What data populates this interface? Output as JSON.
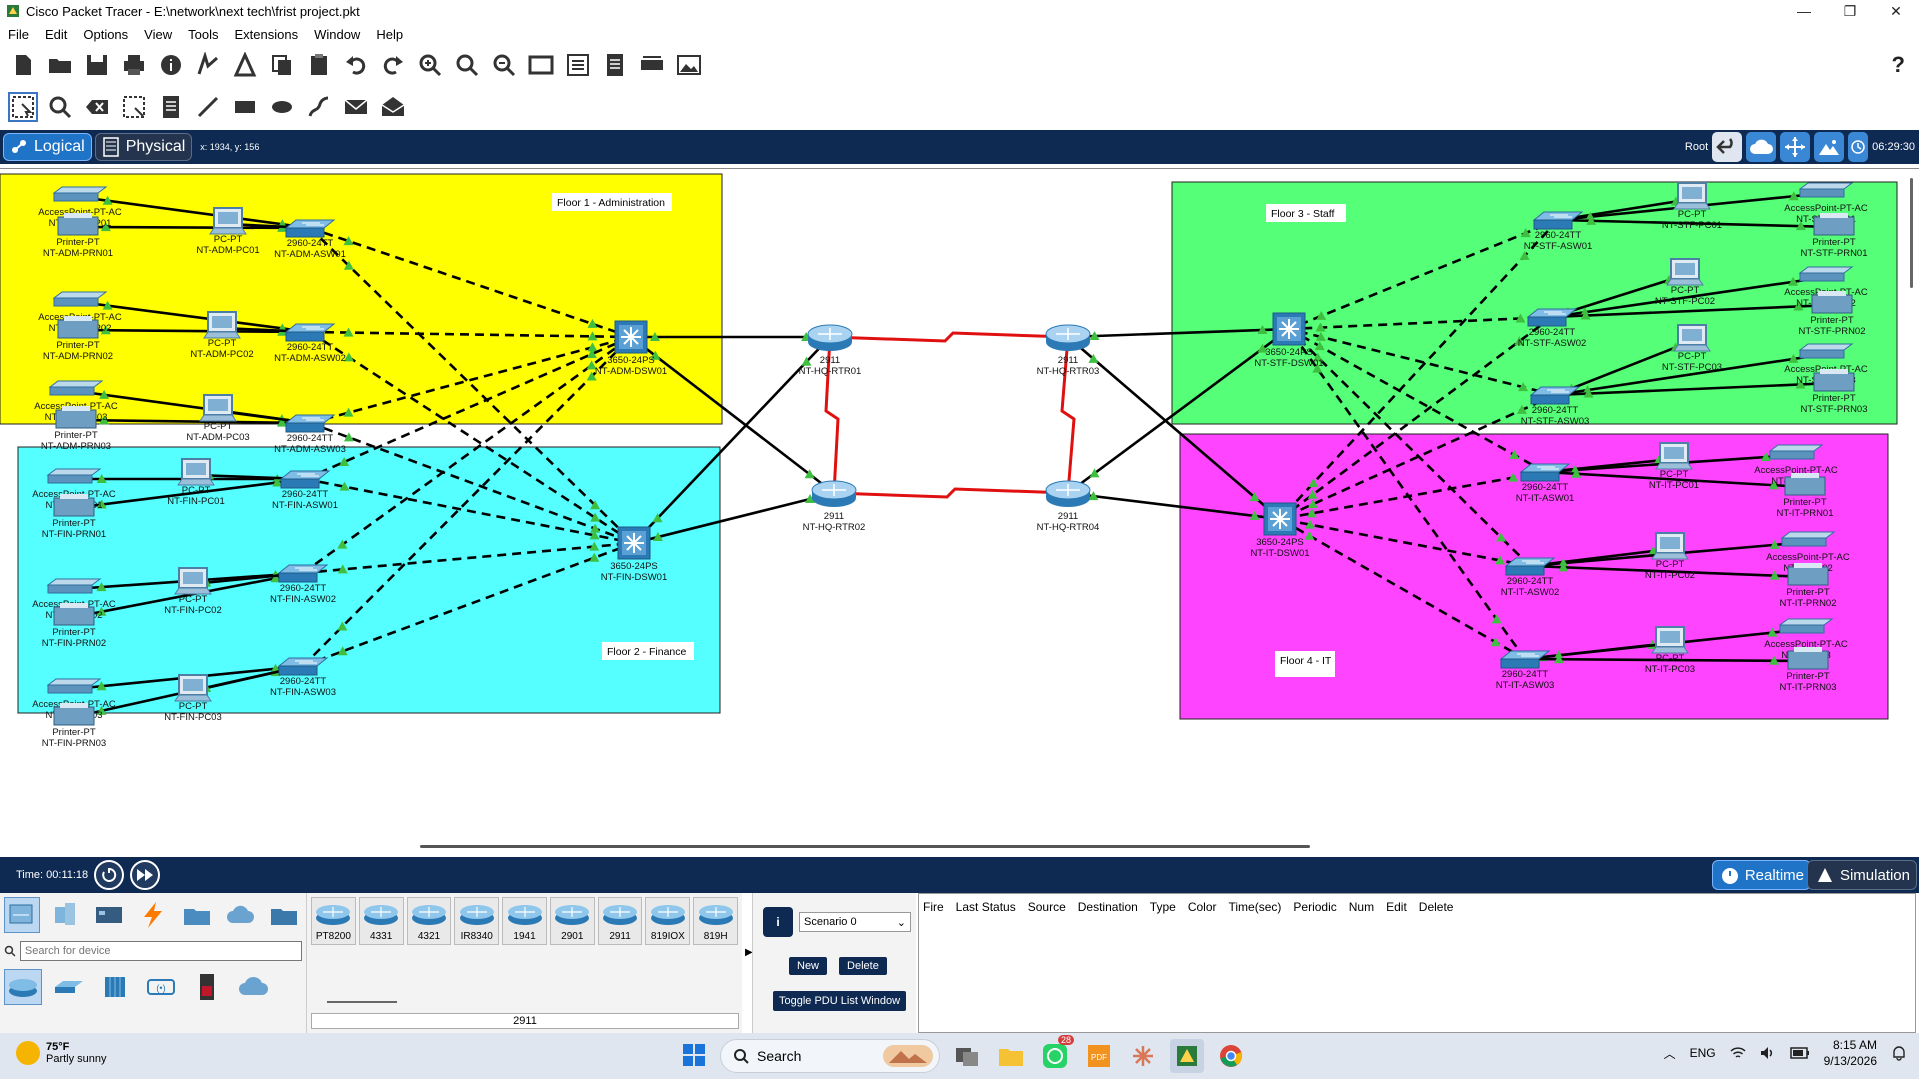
{
  "window": {
    "title": "Cisco Packet Tracer - E:\\network\\next tech\\frist project.pkt",
    "minimize": "—",
    "maximize": "❐",
    "close": "✕"
  },
  "menu": [
    "File",
    "Edit",
    "Options",
    "View",
    "Tools",
    "Extensions",
    "Window",
    "Help"
  ],
  "help_label": "?",
  "modes": {
    "logical": "Logical",
    "physical": "Physical",
    "coords": "x: 1934, y: 156",
    "root": "Root",
    "clock": "06:29:30"
  },
  "areas": [
    {
      "label": "Floor 1 - Administration",
      "color": "#ffff00"
    },
    {
      "label": "Floor 2 - Finance",
      "color": "#55ffff"
    },
    {
      "label": "Floor 3 - Staff",
      "color": "#55ff77"
    },
    {
      "label": "Floor 4 - IT",
      "color": "#ff44ff"
    }
  ],
  "devices": {
    "floor1": [
      {
        "type": "AccessPoint-PT-AC",
        "name": "NT-ADM-AP01"
      },
      {
        "type": "Printer-PT",
        "name": "NT-ADM-PRN01"
      },
      {
        "type": "PC-PT",
        "name": "NT-ADM-PC01"
      },
      {
        "type": "2960-24TT",
        "name": "NT-ADM-ASW01"
      },
      {
        "type": "AccessPoint-PT-AC",
        "name": "NT-ADM-AP02"
      },
      {
        "type": "Printer-PT",
        "name": "NT-ADM-PRN02"
      },
      {
        "type": "PC-PT",
        "name": "NT-ADM-PC02"
      },
      {
        "type": "2960-24TT",
        "name": "NT-ADM-ASW02"
      },
      {
        "type": "AccessPoint-PT-AC",
        "name": "NT-ADM-AP03"
      },
      {
        "type": "Printer-PT",
        "name": "NT-ADM-PRN03"
      },
      {
        "type": "PC-PT",
        "name": "NT-ADM-PC03"
      },
      {
        "type": "2960-24TT",
        "name": "NT-ADM-ASW03"
      },
      {
        "type": "3650-24PS",
        "name": "NT-ADM-DSW01"
      }
    ],
    "floor2": [
      {
        "type": "AccessPoint-PT-AC",
        "name": "NT-FIN-AP01"
      },
      {
        "type": "Printer-PT",
        "name": "NT-FIN-PRN01"
      },
      {
        "type": "PC-PT",
        "name": "NT-FIN-PC01"
      },
      {
        "type": "2960-24TT",
        "name": "NT-FIN-ASW01"
      },
      {
        "type": "AccessPoint-PT-AC",
        "name": "NT-FIN-AP02"
      },
      {
        "type": "Printer-PT",
        "name": "NT-FIN-PRN02"
      },
      {
        "type": "PC-PT",
        "name": "NT-FIN-PC02"
      },
      {
        "type": "2960-24TT",
        "name": "NT-FIN-ASW02"
      },
      {
        "type": "AccessPoint-PT-AC",
        "name": "NT-FIN-AP03"
      },
      {
        "type": "Printer-PT",
        "name": "NT-FIN-PRN03"
      },
      {
        "type": "PC-PT",
        "name": "NT-FIN-PC03"
      },
      {
        "type": "2960-24TT",
        "name": "NT-FIN-ASW03"
      },
      {
        "type": "3650-24PS",
        "name": "NT-FIN-DSW01"
      }
    ],
    "routers": [
      {
        "type": "2911",
        "name": "NT-HQ-RTR01"
      },
      {
        "type": "2911",
        "name": "NT-HQ-RTR02"
      },
      {
        "type": "2911",
        "name": "NT-HQ-RTR03"
      },
      {
        "type": "2911",
        "name": "NT-HQ-RTR04"
      }
    ],
    "floor3": [
      {
        "type": "3650-24PS",
        "name": "NT-STF-DSW01"
      },
      {
        "type": "2960-24TT",
        "name": "NT-STF-ASW01"
      },
      {
        "type": "PC-PT",
        "name": "NT-STF-PC01"
      },
      {
        "type": "AccessPoint-PT-AC",
        "name": "NT-STF-AP01"
      },
      {
        "type": "Printer-PT",
        "name": "NT-STF-PRN01"
      },
      {
        "type": "2960-24TT",
        "name": "NT-STF-ASW02"
      },
      {
        "type": "PC-PT",
        "name": "NT-STF-PC02"
      },
      {
        "type": "AccessPoint-PT-AC",
        "name": "NT-STF-AP02"
      },
      {
        "type": "Printer-PT",
        "name": "NT-STF-PRN02"
      },
      {
        "type": "2960-24TT",
        "name": "NT-STF-ASW03"
      },
      {
        "type": "PC-PT",
        "name": "NT-STF-PC03"
      },
      {
        "type": "AccessPoint-PT-AC",
        "name": "NT-STF-AP03"
      },
      {
        "type": "Printer-PT",
        "name": "NT-STF-PRN03"
      }
    ],
    "floor4": [
      {
        "type": "3650-24PS",
        "name": "NT-IT-DSW01"
      },
      {
        "type": "2960-24TT",
        "name": "NT-IT-ASW01"
      },
      {
        "type": "PC-PT",
        "name": "NT-IT-PC01"
      },
      {
        "type": "AccessPoint-PT-AC",
        "name": "NT-IT-AP01"
      },
      {
        "type": "Printer-PT",
        "name": "NT-IT-PRN01"
      },
      {
        "type": "2960-24TT",
        "name": "NT-IT-ASW02"
      },
      {
        "type": "PC-PT",
        "name": "NT-IT-PC02"
      },
      {
        "type": "AccessPoint-PT-AC",
        "name": "NT-IT-AP02"
      },
      {
        "type": "Printer-PT",
        "name": "NT-IT-PRN02"
      },
      {
        "type": "2960-24TT",
        "name": "NT-IT-ASW03"
      },
      {
        "type": "PC-PT",
        "name": "NT-IT-PC03"
      },
      {
        "type": "AccessPoint-PT-AC",
        "name": "NT-IT-AP03"
      },
      {
        "type": "Printer-PT",
        "name": "NT-IT-PRN03"
      }
    ]
  },
  "sim": {
    "time": "Time: 00:11:18",
    "realtime": "Realtime",
    "simulation": "Simulation"
  },
  "device_panel": {
    "search_placeholder": "Search for device",
    "models": [
      "PT8200",
      "4331",
      "4321",
      "IR8340",
      "1941",
      "2901",
      "2911",
      "819IOX",
      "819H"
    ],
    "selected": "2911"
  },
  "scenario": {
    "selected": "Scenario 0",
    "new_label": "New",
    "delete_label": "Delete",
    "toggle_label": "Toggle PDU List Window"
  },
  "pdu_columns": [
    "Fire",
    "Last Status",
    "Source",
    "Destination",
    "Type",
    "Color",
    "Time(sec)",
    "Periodic",
    "Num",
    "Edit",
    "Delete"
  ],
  "taskbar": {
    "temp": "75°F",
    "weather": "Partly sunny",
    "search": "Search",
    "badge": "28",
    "lang": "ENG",
    "time": "8:15 AM",
    "date": "9/13/2026"
  }
}
